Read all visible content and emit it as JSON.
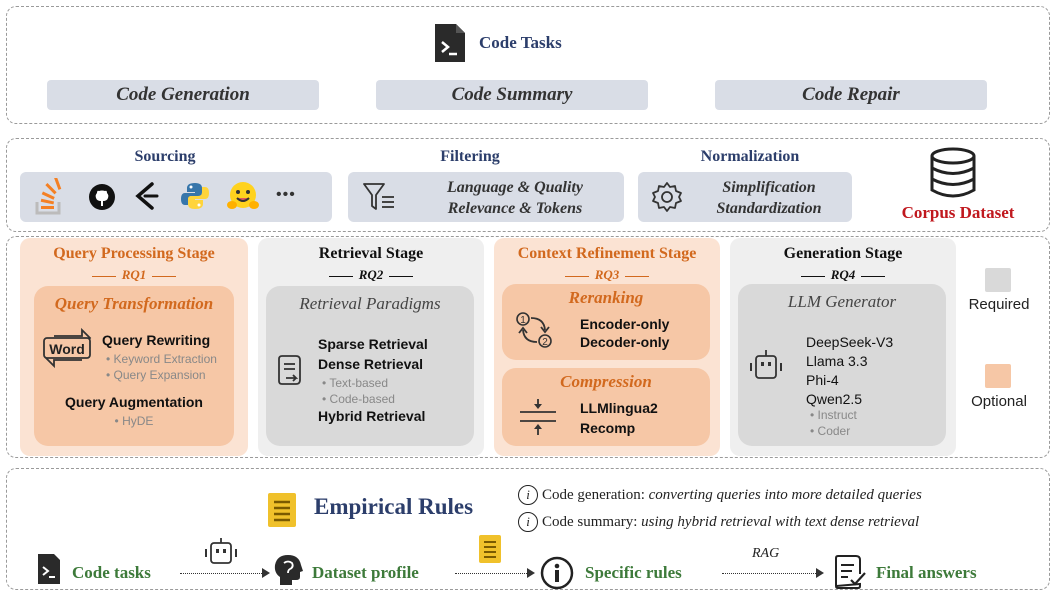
{
  "code_tasks": {
    "title": "Code Tasks",
    "items": [
      "Code Generation",
      "Code Summary",
      "Code Repair"
    ]
  },
  "corpus": {
    "sourcing": {
      "title": "Sourcing",
      "more": "•••"
    },
    "filtering": {
      "title": "Filtering",
      "line1": "Language & Quality",
      "line2": "Relevance & Tokens"
    },
    "normalization": {
      "title": "Normalization",
      "line1": "Simplification",
      "line2": "Standardization"
    },
    "dataset_label": "Corpus Dataset"
  },
  "stages": {
    "query": {
      "title": "Query Processing Stage",
      "rq": "RQ1",
      "inner_title": "Query Transformation",
      "word_label": "Word",
      "rewriting": "Query Rewriting",
      "rewriting_subs": [
        "Keyword Extraction",
        "Query Expansion"
      ],
      "augmentation": "Query Augmentation",
      "augmentation_subs": [
        "HyDE"
      ]
    },
    "retrieval": {
      "title": "Retrieval Stage",
      "rq": "RQ2",
      "inner_title": "Retrieval Paradigms",
      "sparse": "Sparse Retrieval",
      "dense": "Dense Retrieval",
      "dense_subs": [
        "Text-based",
        "Code-based"
      ],
      "hybrid": "Hybrid Retrieval"
    },
    "refinement": {
      "title": "Context Refinement Stage",
      "rq": "RQ3",
      "reranking_title": "Reranking",
      "reranking_items": [
        "Encoder-only",
        "Decoder-only"
      ],
      "compression_title": "Compression",
      "compression_items": [
        "LLMlingua2",
        "Recomp"
      ]
    },
    "generation": {
      "title": "Generation Stage",
      "rq": "RQ4",
      "inner_title": "LLM Generator",
      "models": [
        "DeepSeek-V3",
        "Llama 3.3",
        "Phi-4",
        "Qwen2.5"
      ],
      "model_subs": [
        "Instruct",
        "Coder"
      ]
    }
  },
  "legend": {
    "required": "Required",
    "optional": "Optional",
    "required_color": "#d9d9d9",
    "optional_color": "#f6c7a6"
  },
  "rules": {
    "title": "Empirical Rules",
    "rule1_prefix": "Code generation: ",
    "rule1_text": "converting queries into more detailed queries",
    "rule2_prefix": "Code summary: ",
    "rule2_text": "using hybrid retrieval with text dense retrieval",
    "rule_marker": "i",
    "flow": {
      "code_tasks": "Code tasks",
      "dataset_profile": "Dataset profile",
      "specific_rules": "Specific rules",
      "rag": "RAG",
      "final_answers": "Final answers"
    }
  },
  "colors": {
    "title_blue": "#2c3e6b",
    "orange_title": "#d2691e",
    "corpus_red": "#c0181e",
    "green": "#3d7a3a",
    "stage_orange_bg": "#fbe3d3",
    "stage_gray_bg": "#efefef"
  }
}
